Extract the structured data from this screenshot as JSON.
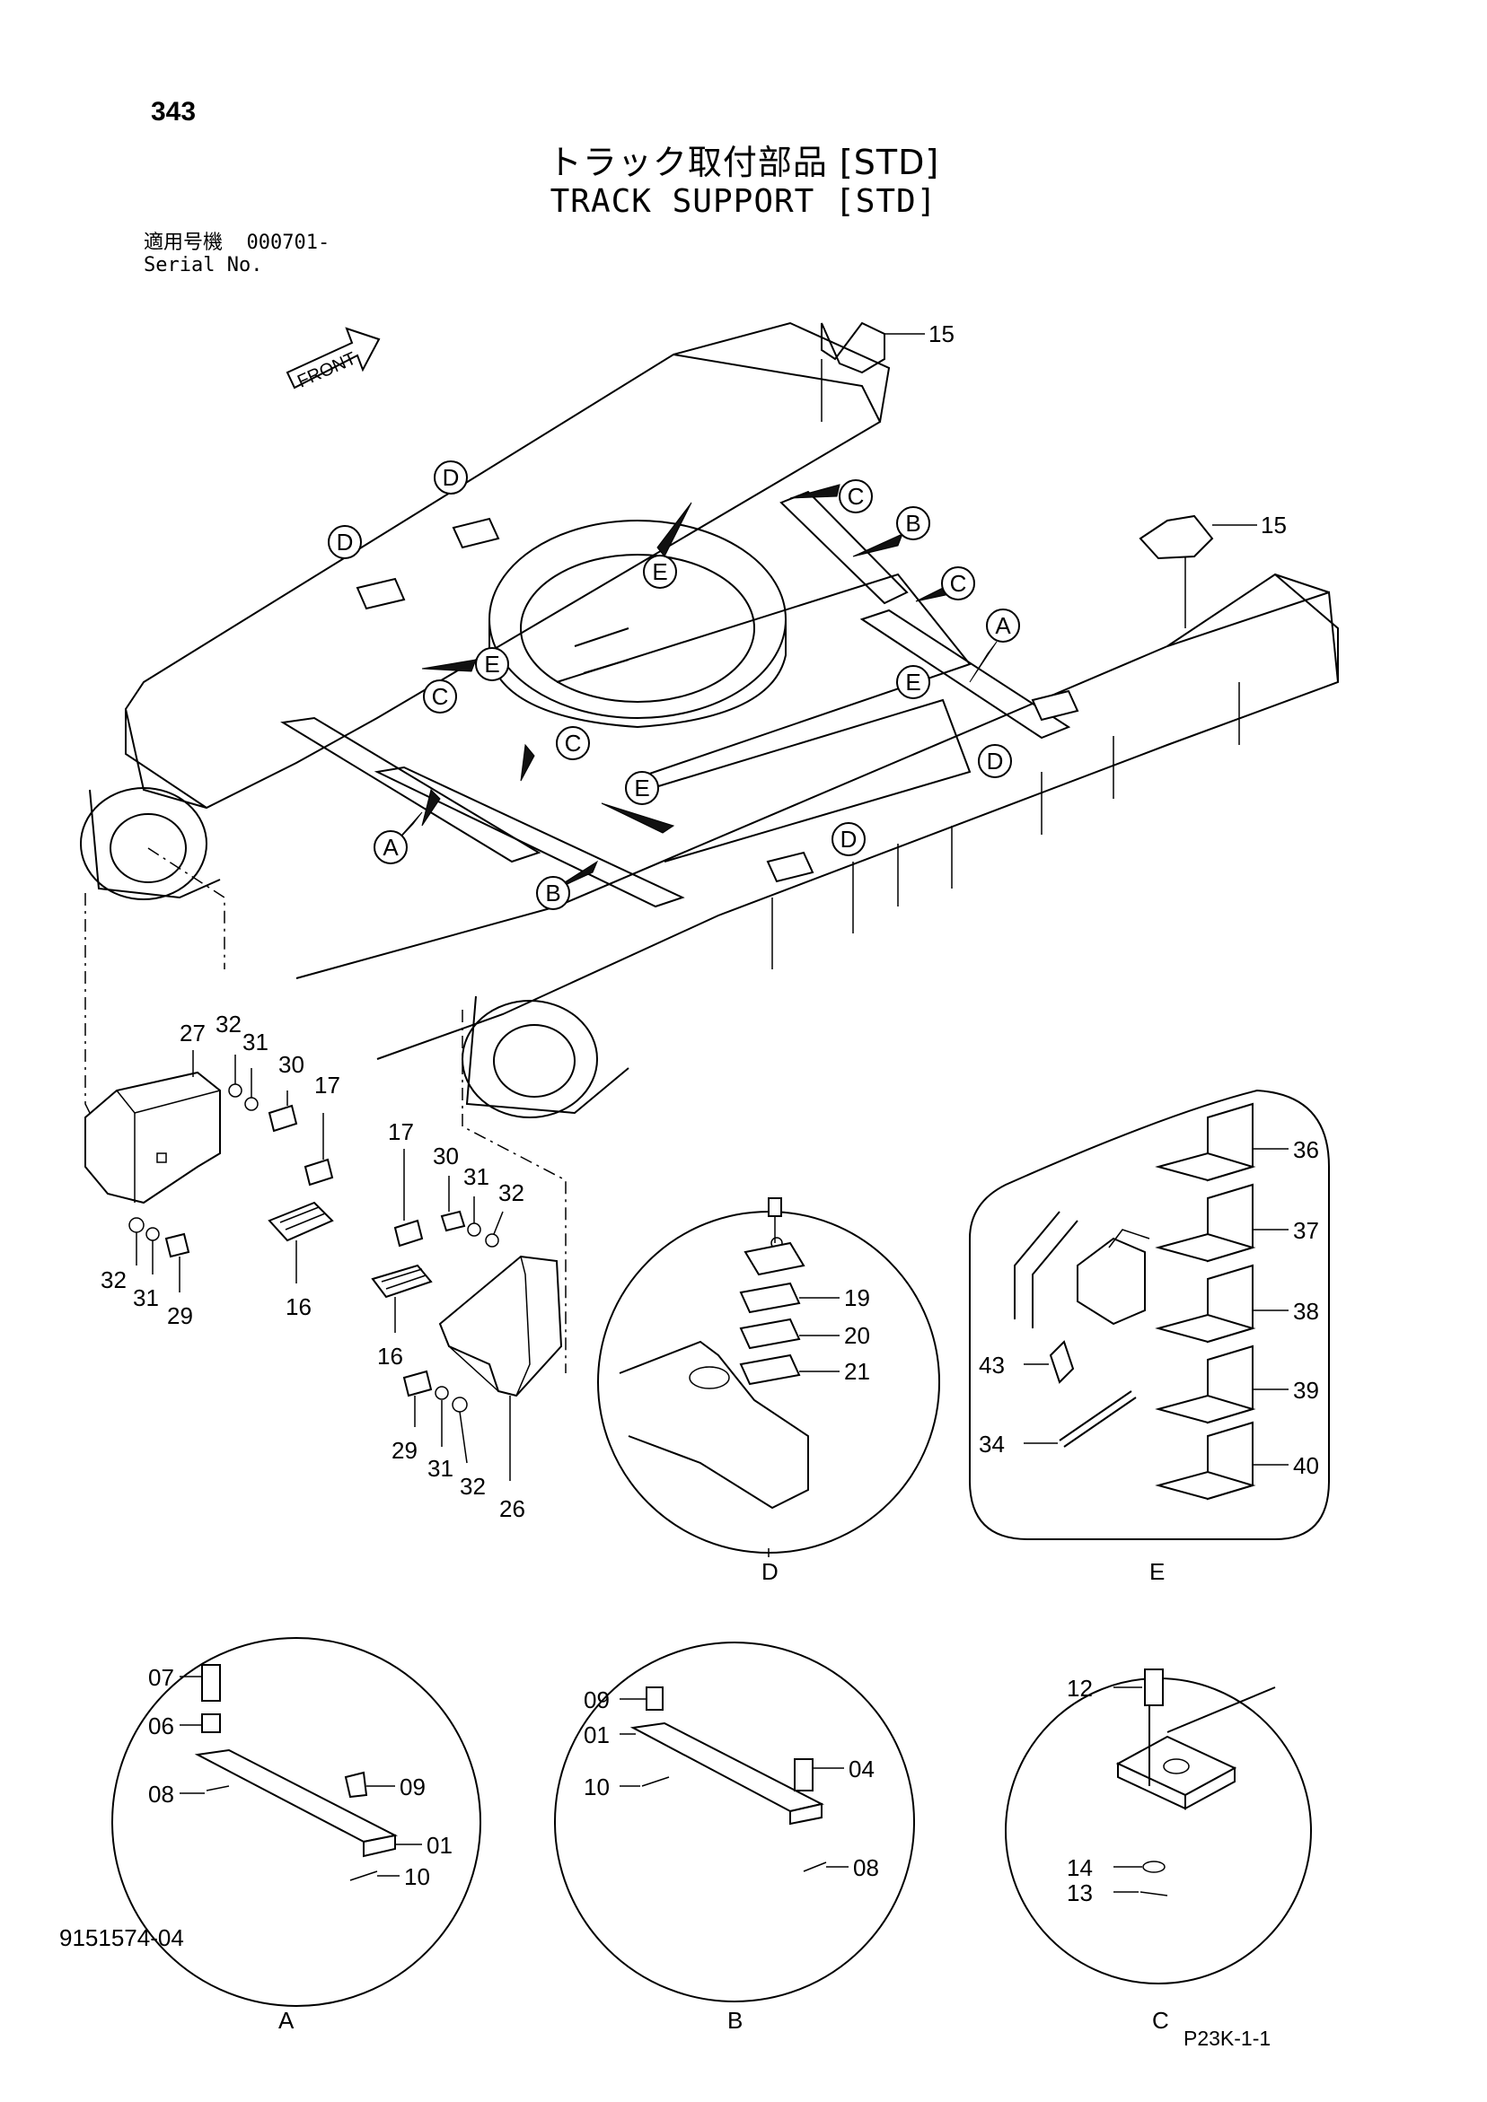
{
  "header": {
    "page_number": "343",
    "title_jp": "トラック取付部品 [STD]",
    "title_en": "TRACK SUPPORT [STD]",
    "serial_label_jp": "適用号機",
    "serial_value": "000701-",
    "serial_label_en": "Serial No."
  },
  "front_label": "FRONT",
  "footer": {
    "document_number": "9151574-04",
    "figure_code": "P23K-1-1"
  },
  "callouts": {
    "p15a": "15",
    "p15b": "15",
    "p27": "27",
    "p32a": "32",
    "p31a": "31",
    "p30a": "30",
    "p17a": "17",
    "p32b": "32",
    "p31b": "31",
    "p29a": "29",
    "p16a": "16",
    "p17b": "17",
    "p30b": "30",
    "p31c": "31",
    "p32c": "32",
    "p16b": "16",
    "p29b": "29",
    "p31d": "31",
    "p32d": "32",
    "p26": "26",
    "p19": "19",
    "p20": "20",
    "p21": "21",
    "p36": "36",
    "p37": "37",
    "p38": "38",
    "p39": "39",
    "p40": "40",
    "p43": "43",
    "p34": "34",
    "a07": "07",
    "a06": "06",
    "a08": "08",
    "a09": "09",
    "a01": "01",
    "a10": "10",
    "b09": "09",
    "b01": "01",
    "b10": "10",
    "b04": "04",
    "b08": "08",
    "c12": "12",
    "c14": "14",
    "c13": "13"
  },
  "detail_labels": {
    "A": "A",
    "B": "B",
    "C": "C",
    "D": "D",
    "E": "E"
  }
}
